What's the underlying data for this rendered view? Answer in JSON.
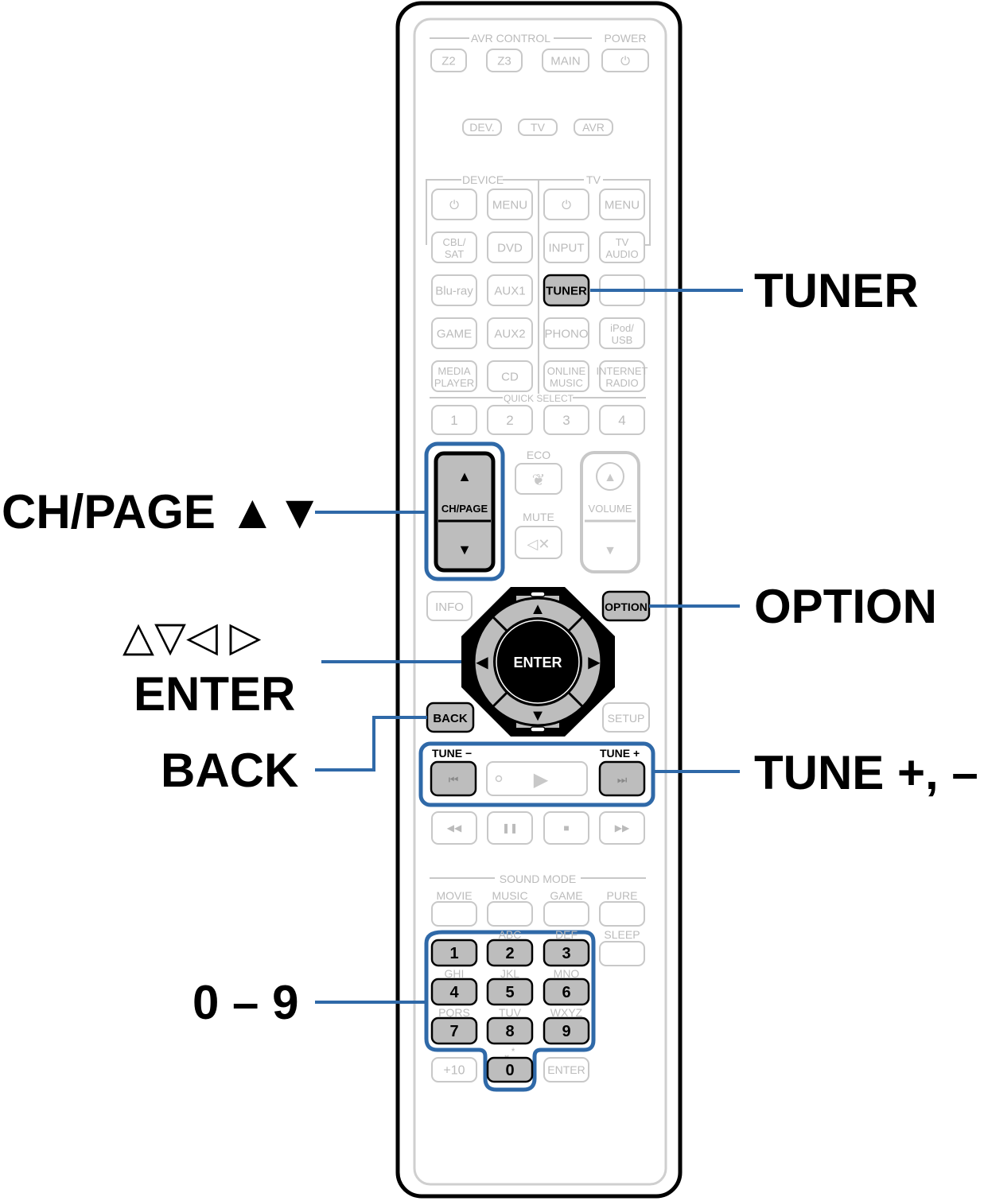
{
  "remote": {
    "sections": {
      "avr_control": "AVR CONTROL",
      "power": "POWER",
      "device": "DEVICE",
      "tv": "TV",
      "quick_select": "QUICK SELECT",
      "eco": "ECO",
      "mute": "MUTE",
      "sound_mode": "SOUND MODE"
    },
    "zone_buttons": [
      "Z2",
      "Z3",
      "MAIN",
      "⏻"
    ],
    "mode_buttons": [
      "DEV.",
      "TV",
      "AVR"
    ],
    "device_row1": [
      "⏻",
      "MENU",
      "⏻",
      "MENU"
    ],
    "device_row2": [
      "CBL/\nSAT",
      "DVD",
      "INPUT",
      "TV\nAUDIO"
    ],
    "source_row1": [
      "Blu-ray",
      "AUX1",
      "TUNER",
      ""
    ],
    "source_row2": [
      "GAME",
      "AUX2",
      "PHONO",
      "iPod/\nUSB"
    ],
    "source_row3": [
      "MEDIA\nPLAYER",
      "CD",
      "ONLINE\nMUSIC",
      "INTERNET\nRADIO"
    ],
    "quick_select_buttons": [
      "1",
      "2",
      "3",
      "4"
    ],
    "ch_page": "CH/PAGE",
    "volume": "VOLUME",
    "info": "INFO",
    "option": "OPTION",
    "enter": "ENTER",
    "back": "BACK",
    "setup": "SETUP",
    "tune_minus": "TUNE −",
    "tune_plus": "TUNE +",
    "sound_modes": [
      "MOVIE",
      "MUSIC",
      "GAME",
      "PURE"
    ],
    "sleep": "SLEEP",
    "letters": [
      "ABC",
      "DEF",
      "GHI",
      "JKL",
      "MNO",
      "PQRS",
      "TUV",
      "WXYZ"
    ],
    "digits": [
      "1",
      "2",
      "3",
      "4",
      "5",
      "6",
      "7",
      "8",
      "9"
    ],
    "zero_symbols": "⎵ *",
    "plus10": "+10",
    "zero": "0",
    "enter_small": "ENTER"
  },
  "callouts": {
    "tuner": "TUNER",
    "ch_page": "CH/PAGE ▲▼",
    "option": "OPTION",
    "arrows": "△▽◁ ▷",
    "enter": "ENTER",
    "back": "BACK",
    "tune": "TUNE +, –",
    "digits": "0 – 9"
  },
  "colors": {
    "highlight": "#2f69a8",
    "active_button": "#bdbdbd",
    "faded": "#c8c8c8"
  }
}
